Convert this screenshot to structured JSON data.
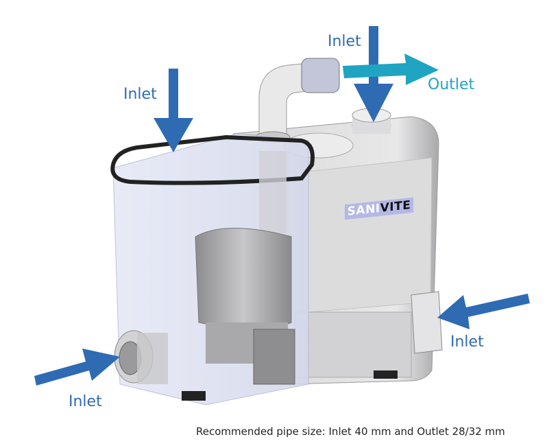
{
  "diagram": {
    "colors": {
      "inlet_arrow": "#2f6bb3",
      "outlet_arrow": "#1fa5c1"
    },
    "labels": {
      "inlet_top_left": "Inlet",
      "inlet_top": "Inlet",
      "outlet": "Outlet",
      "inlet_right": "Inlet",
      "inlet_bottom_left": "Inlet"
    },
    "brand": {
      "part1": "SANI",
      "part2": "VITE"
    },
    "caption": "Recommended pipe size: Inlet 40 mm and Outlet 28/32 mm"
  }
}
